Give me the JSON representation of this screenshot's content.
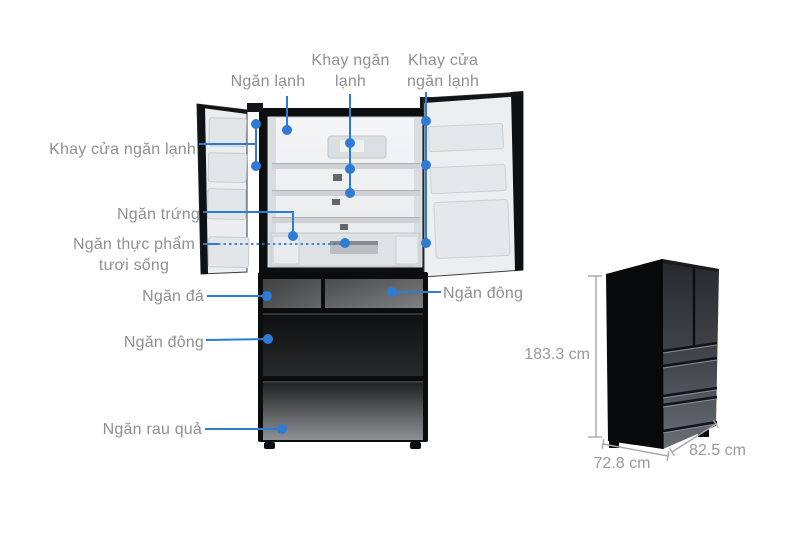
{
  "callouts": {
    "ngan_lanh": "Ngăn lạnh",
    "khay_ngan_lanh": "Khay ngăn lạnh",
    "khay_cua_ngan_lanh_top": "Khay cửa ngăn lạnh",
    "khay_cua_ngan_lanh_left": "Khay cửa ngăn lạnh",
    "ngan_trung": "Ngăn trứng",
    "ngan_thuc_pham_tuoi_song": "Ngăn thực phẩm tươi sống",
    "ngan_da": "Ngăn đá",
    "ngan_dong_left": "Ngăn đông",
    "ngan_dong_right": "Ngăn đông",
    "ngan_rau_qua": "Ngăn rau quả"
  },
  "dimensions": {
    "height": "183.3 cm",
    "width": "72.8 cm",
    "depth": "82.5 cm"
  },
  "colors": {
    "callout_blue": "#2e7bd6",
    "label_gray": "#8e9094",
    "dimension_gray": "#98999c",
    "dimension_line": "#a7a8aa"
  }
}
